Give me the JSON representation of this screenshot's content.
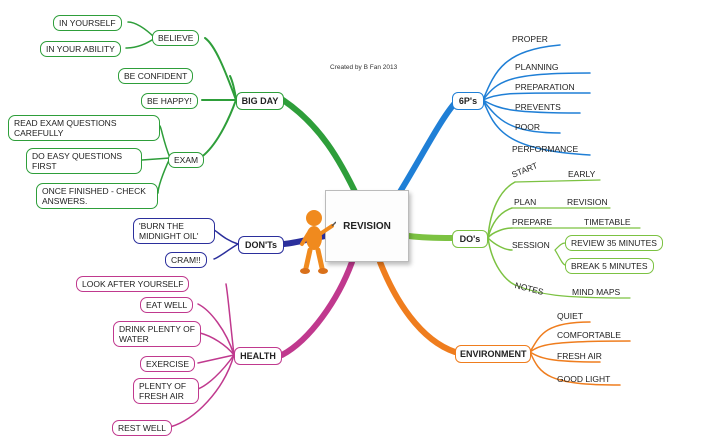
{
  "credit": "Created by B Fan 2013",
  "center": "REVISION",
  "branches": {
    "big_day": {
      "label": "BIG DAY",
      "color": "#2e9e3a",
      "believe": {
        "label": "BELIEVE",
        "items": [
          "IN YOURSELF",
          "IN YOUR ABILITY"
        ]
      },
      "confident": "BE CONFIDENT",
      "happy": "BE HAPPY!",
      "exam": {
        "label": "EXAM",
        "items": [
          "READ EXAM QUESTIONS CAREFULLY",
          "DO EASY QUESTIONS FIRST",
          "ONCE FINISHED - CHECK ANSWERS."
        ]
      }
    },
    "donts": {
      "label": "DON'Ts",
      "color": "#2b2f9c",
      "items": [
        "'BURN THE MIDNIGHT OIL'",
        "CRAM!!"
      ]
    },
    "health": {
      "label": "HEALTH",
      "color": "#c0398e",
      "items": [
        "LOOK AFTER YOURSELF",
        "EAT WELL",
        "DRINK PLENTY OF WATER",
        "EXERCISE",
        "PLENTY OF FRESH AIR",
        "REST WELL"
      ]
    },
    "six_ps": {
      "label": "6P's",
      "color": "#1f7fd6",
      "items": [
        "PROPER",
        "PLANNING",
        "PREPARATION",
        "PREVENTS",
        "POOR",
        "PERFORMANCE"
      ]
    },
    "dos": {
      "label": "DO's",
      "color": "#7cc242",
      "start": {
        "label": "START",
        "value": "EARLY"
      },
      "plan": {
        "label": "PLAN",
        "value": "REVISION"
      },
      "prepare": {
        "label": "PREPARE",
        "value": "TIMETABLE"
      },
      "session": {
        "label": "SESSION",
        "items": [
          "REVIEW 35 MINUTES",
          "BREAK 5 MINUTES"
        ]
      },
      "notes": {
        "label": "NOTES",
        "value": "MIND MAPS"
      }
    },
    "environment": {
      "label": "ENVIRONMENT",
      "color": "#ef7d1e",
      "items": [
        "QUIET",
        "COMFORTABLE",
        "FRESH AIR",
        "GOOD LIGHT"
      ]
    }
  }
}
